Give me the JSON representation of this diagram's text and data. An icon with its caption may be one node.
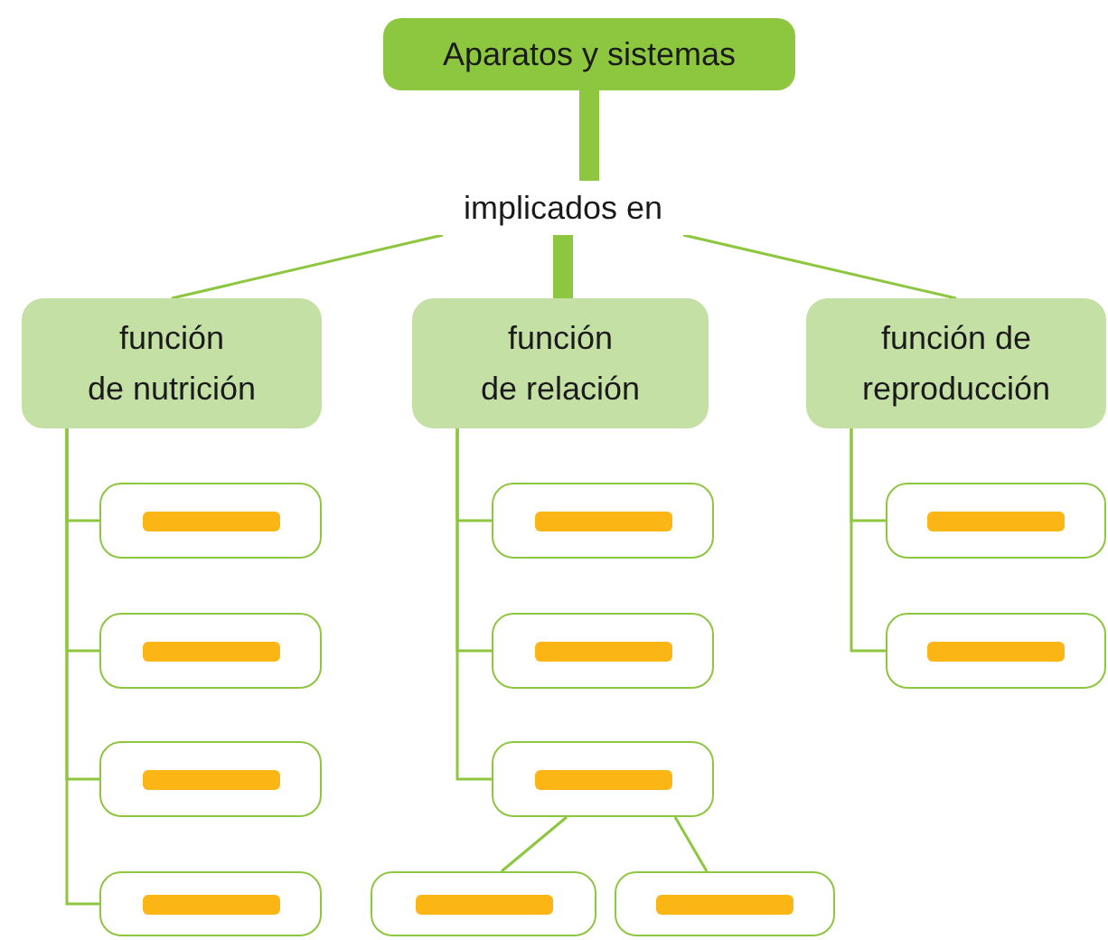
{
  "diagram": {
    "nodes": [
      {
        "text": [
          "Aparatos y sistemas"
        ]
      },
      {
        "text": [
          "implicados en"
        ]
      },
      {
        "text": [
          "función de nutrición"
        ]
      },
      {
        "text": [
          "función de relación"
        ]
      },
      {
        "text": [
          "función de reproducción"
        ]
      },
      {
        "text": [],
        "shape": "box"
      },
      {
        "text": [],
        "shape": "box"
      },
      {
        "text": [],
        "shape": "box"
      },
      {
        "text": [],
        "shape": "box"
      },
      {
        "text": [],
        "shape": "box"
      },
      {
        "text": [],
        "shape": "box"
      },
      {
        "text": [],
        "shape": "box"
      },
      {
        "text": [],
        "shape": "box"
      },
      {
        "text": [],
        "shape": "box"
      },
      {
        "text": [],
        "shape": "box"
      },
      {
        "text": [],
        "shape": "box"
      }
    ],
    "edges": [
      {
        "from": 0,
        "to": 1,
        "arrow": "none",
        "style": "thick"
      },
      {
        "from": 1,
        "to": 3,
        "arrow": "none",
        "style": "thick"
      },
      {
        "from": 1,
        "to": 2,
        "arrow": "none"
      },
      {
        "from": 1,
        "to": 4,
        "arrow": "none"
      },
      {
        "from": 2,
        "to": 5,
        "arrow": "none"
      },
      {
        "from": 2,
        "to": 6,
        "arrow": "none"
      },
      {
        "from": 2,
        "to": 7,
        "arrow": "none"
      },
      {
        "from": 2,
        "to": 8,
        "arrow": "none"
      },
      {
        "from": 3,
        "to": 9,
        "arrow": "none"
      },
      {
        "from": 3,
        "to": 10,
        "arrow": "none"
      },
      {
        "from": 3,
        "to": 11,
        "arrow": "none"
      },
      {
        "from": 11,
        "to": 12,
        "arrow": "none"
      },
      {
        "from": 11,
        "to": 13,
        "arrow": "none"
      },
      {
        "from": 4,
        "to": 14,
        "arrow": "none"
      },
      {
        "from": 4,
        "to": 15,
        "arrow": "none"
      }
    ]
  }
}
